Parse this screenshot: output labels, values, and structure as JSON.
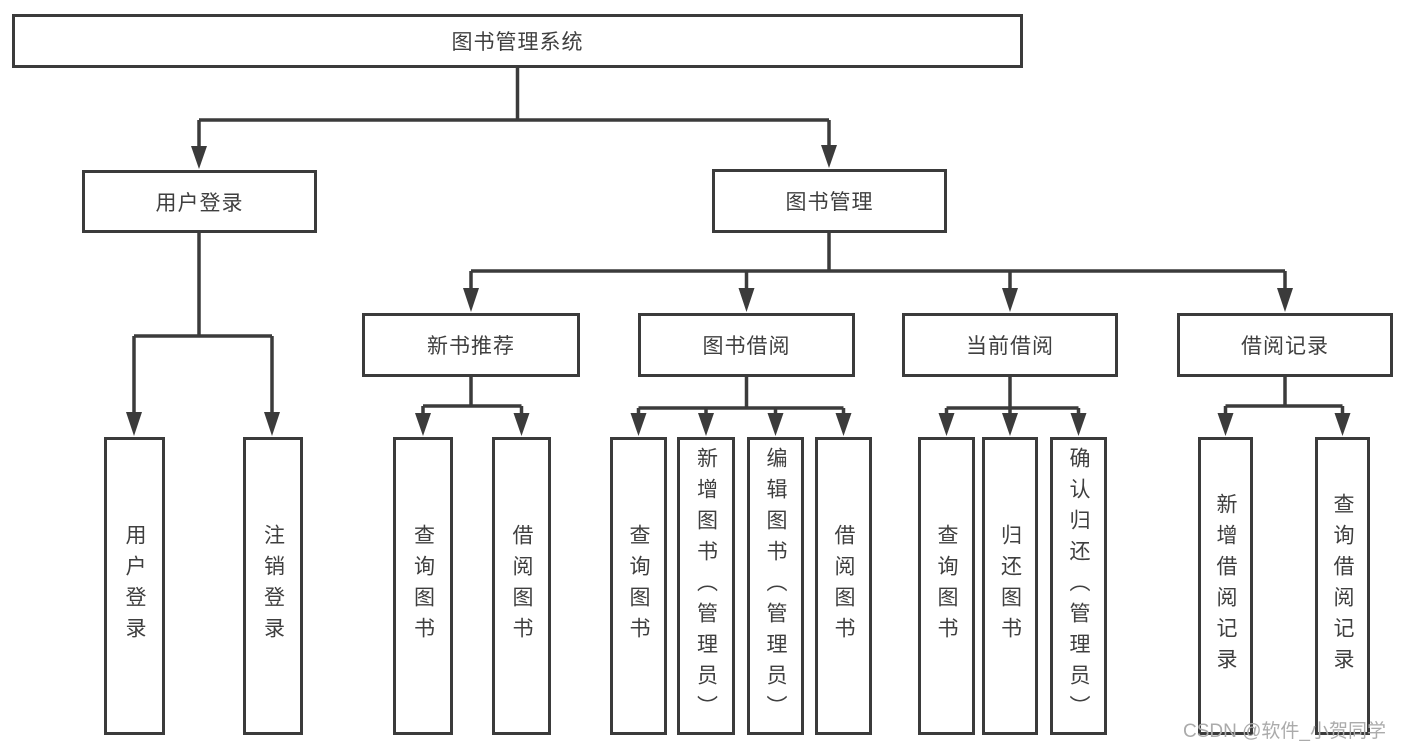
{
  "tree": {
    "label": "图书管理系统",
    "children": [
      {
        "label": "用户登录",
        "children": [
          {
            "label": "用户登录"
          },
          {
            "label": "注销登录"
          }
        ]
      },
      {
        "label": "图书管理",
        "children": [
          {
            "label": "新书推荐",
            "children": [
              {
                "label": "查询图书"
              },
              {
                "label": "借阅图书"
              }
            ]
          },
          {
            "label": "图书借阅",
            "children": [
              {
                "label": "查询图书"
              },
              {
                "label": "新增图书（管理员）"
              },
              {
                "label": "编辑图书（管理员）"
              },
              {
                "label": "借阅图书"
              }
            ]
          },
          {
            "label": "当前借阅",
            "children": [
              {
                "label": "查询图书"
              },
              {
                "label": "归还图书"
              },
              {
                "label": "确认归还（管理员）"
              }
            ]
          },
          {
            "label": "借阅记录",
            "children": [
              {
                "label": "新增借阅记录"
              },
              {
                "label": "查询借阅记录"
              }
            ]
          }
        ]
      }
    ]
  },
  "watermark": {
    "text": "CSDN @软件_小贺同学"
  },
  "colors": {
    "line": "#3b3b3b",
    "text": "#3f3f3f",
    "watermark": "#ababab",
    "background": "#ffffff"
  }
}
